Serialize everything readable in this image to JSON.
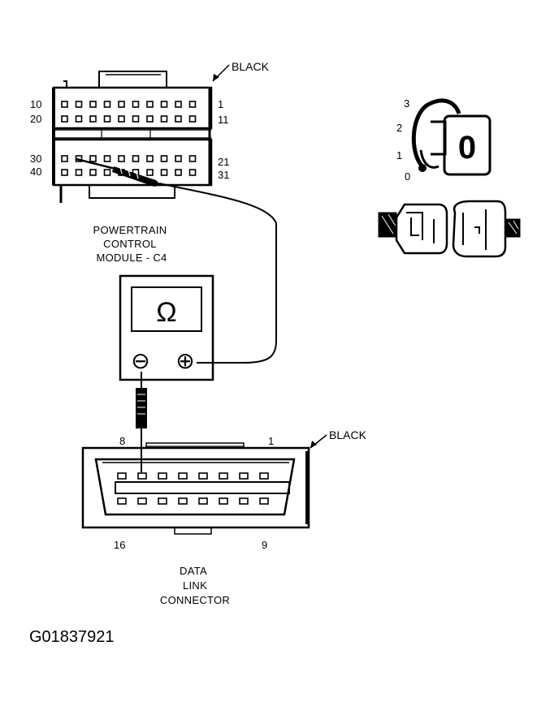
{
  "pcm": {
    "color_label": "BLACK",
    "pin_numbers": {
      "p10": "10",
      "p1": "1",
      "p20": "20",
      "p11": "11",
      "p30": "30",
      "p21": "21",
      "p40": "40",
      "p31": "31"
    },
    "title_lines": [
      "POWERTRAIN",
      "CONTROL",
      "MODULE - C4"
    ]
  },
  "meter": {
    "symbol": "Ω",
    "neg": "⊖",
    "pos": "⊕"
  },
  "ignition": {
    "positions": [
      "3",
      "2",
      "1",
      "0"
    ],
    "key_symbol": "0"
  },
  "dlc": {
    "color_label": "BLACK",
    "pin_numbers": {
      "p8": "8",
      "p1": "1",
      "p16": "16",
      "p9": "9"
    },
    "title_lines": [
      "DATA",
      "LINK",
      "CONNECTOR"
    ]
  },
  "figure_id": "G01837921",
  "colors": {
    "ink": "#000000",
    "paper": "#ffffff"
  }
}
